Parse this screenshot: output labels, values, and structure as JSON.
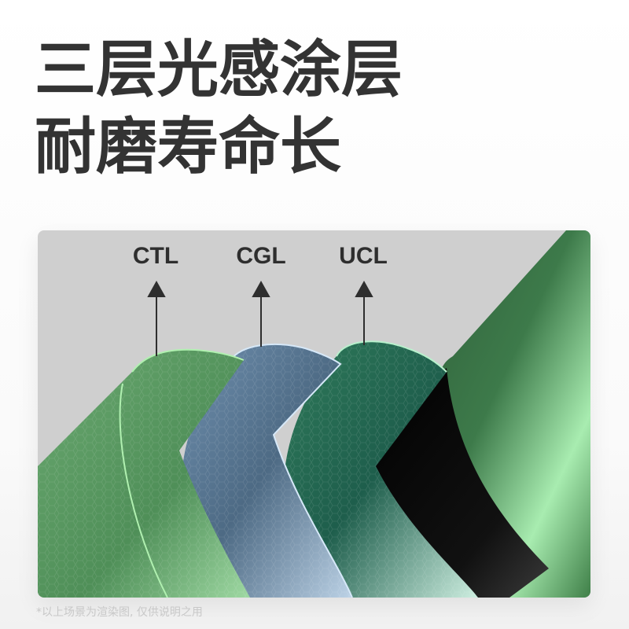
{
  "headline": {
    "line1": "三层光感涂层",
    "line2": "耐磨寿命长"
  },
  "diagram": {
    "layers": [
      {
        "label": "CTL",
        "color": "#5f9e66",
        "edge": "#a8e6a8"
      },
      {
        "label": "CGL",
        "color": "#5e7f9a",
        "edge": "#cfe3f5"
      },
      {
        "label": "UCL",
        "color": "#3f8a62",
        "edge": "#a8e6c0"
      }
    ],
    "substrate_color": "#3a7a45",
    "black_layer_color": "#0a0a0a",
    "background_color": "#cfcfcf"
  },
  "footnote": "*以上场景为渲染图, 仅供说明之用"
}
